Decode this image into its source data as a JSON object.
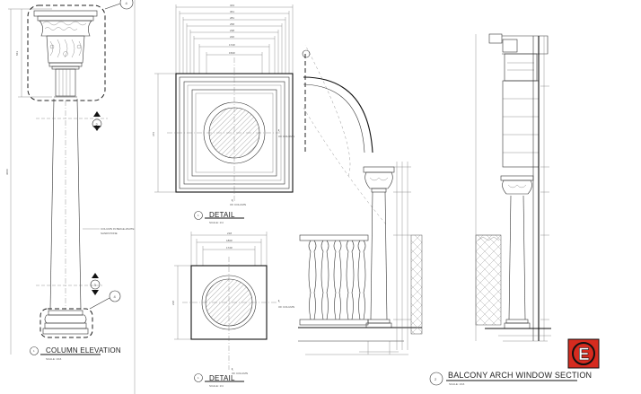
{
  "drawing": {
    "labels": {
      "column_elevation": "COLUMN ELEVATION",
      "detail_top": "DETAIL",
      "detail_bottom": "DETAIL",
      "section_title": "BALCONY ARCH WINDOW SECTION",
      "scale_elev": "SCALE: 1/16",
      "scale_detail": "SCALE: 1/4",
      "scale_section": "SCALE: 1/16",
      "column_note_1": "COLUMN IN BEIGE-WHITE",
      "column_note_2": "SANDSTONE",
      "of_column": "OF COLUMN",
      "cl_mark": "℄"
    },
    "callouts": {
      "capital_ref": "4",
      "base_ref": "4",
      "section_ref_a": "2",
      "section_ref_b": "3",
      "elev_number": "1",
      "detail_top_number": "1",
      "detail_bottom_number": "1",
      "section_number": "2"
    },
    "dimensions": {
      "elev_capital_height": "843",
      "elev_total_height": "3000",
      "top_widths": [
        "343",
        "361",
        "281",
        "258",
        "238",
        "220",
        "172#",
        "150#"
      ],
      "top_depth": "376",
      "bottom_widths": [
        "218",
        "180#",
        "172#"
      ],
      "bottom_depth": "238"
    },
    "logo": {
      "letter": "E",
      "color_bg": "#d62b1f",
      "color_ring": "#1a1a1a"
    }
  }
}
